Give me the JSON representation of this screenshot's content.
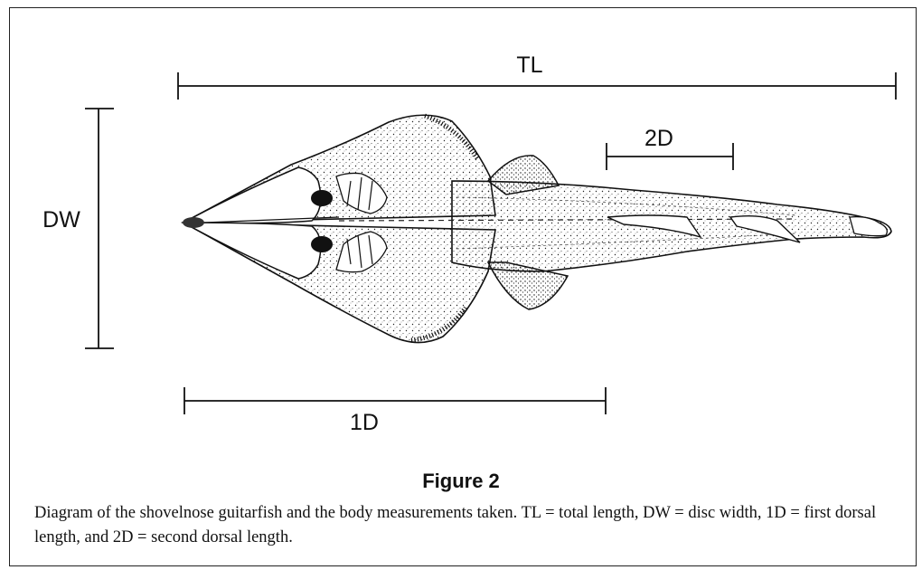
{
  "labels": {
    "tl": "TL",
    "dw": "DW",
    "d1": "1D",
    "d2": "2D"
  },
  "figure": {
    "title": "Figure 2",
    "caption": "Diagram of the shovelnose guitarfish and the body measurements taken. TL = total length, DW = disc width, 1D = first dorsal length, and 2D = second dorsal length."
  },
  "colors": {
    "ink": "#111111",
    "background": "#ffffff"
  }
}
